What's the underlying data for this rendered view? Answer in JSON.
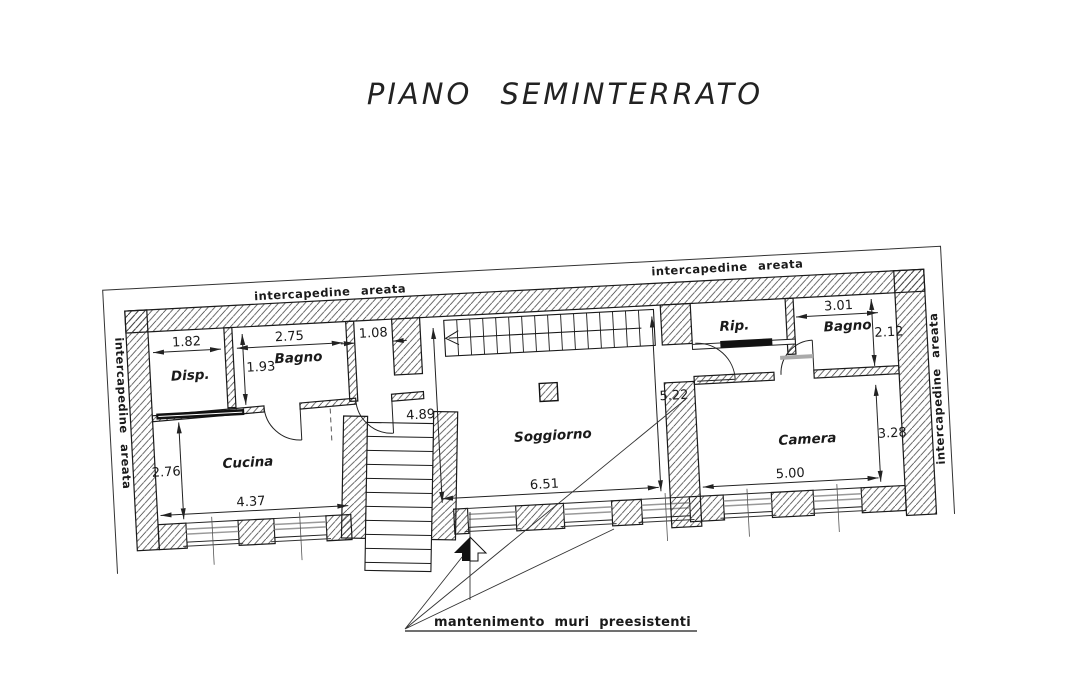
{
  "title": "PIANO SEMINTERRATO",
  "labels": {
    "intercapedine_top_left": "intercapedine areata",
    "intercapedine_top_right": "intercapedine areata",
    "intercapedine_left": "intercapedine areata",
    "intercapedine_right": "intercapedine areata",
    "annotation": "mantenimento muri preesistenti"
  },
  "rooms": {
    "disp": "Disp.",
    "bagno_left": "Bagno",
    "cucina": "Cucina",
    "soggiorno": "Soggiorno",
    "rip": "Rip.",
    "bagno_right": "Bagno",
    "camera": "Camera"
  },
  "dimensions": {
    "disp_width": "1.82",
    "bagno_left_width": "2.75",
    "bagno_left_depth": "1.93",
    "corridor_width": "1.08",
    "cucina_depth": "2.76",
    "cucina_width": "4.37",
    "soggiorno_left_depth": "4.89",
    "soggiorno_width": "6.51",
    "soggiorno_right_depth": "5.22",
    "bagno_right_width": "3.01",
    "bagno_right_depth": "2.12",
    "camera_depth": "3.28",
    "camera_width": "5.00"
  },
  "drawing": {
    "line_color": "#1a1a1a",
    "background": "#ffffff"
  }
}
